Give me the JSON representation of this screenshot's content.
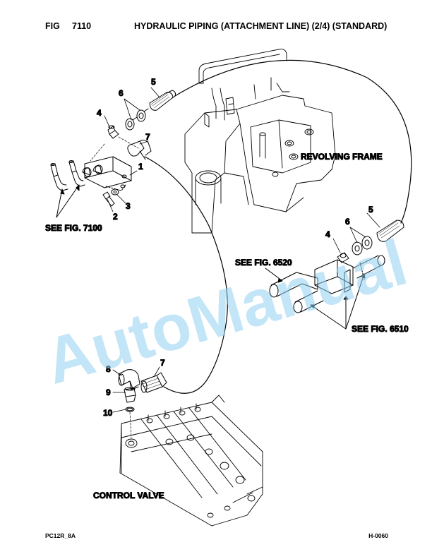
{
  "header": {
    "fig_label": "FIG",
    "fig_number": "7110",
    "title": "HYDRAULIC PIPING (ATTACHMENT LINE) (2/4) (STANDARD)"
  },
  "footer": {
    "left": "PC12R_8A",
    "right": "H-0060"
  },
  "watermark": {
    "text": "AutoManual",
    "color": "#8fd0f0"
  },
  "labels": {
    "revolving_frame": "REVOLVING FRAME",
    "see_fig_7100": "SEE FIG. 7100",
    "see_fig_6520": "SEE FIG. 6520",
    "see_fig_6510": "SEE FIG. 6510",
    "control_valve": "CONTROL VALVE"
  },
  "callouts": {
    "c1": "1",
    "c2": "2",
    "c3": "3",
    "c4a": "4",
    "c5a": "5",
    "c6a": "6",
    "c7a": "7",
    "c4b": "4",
    "c5b": "5",
    "c6b": "6",
    "c7b": "7",
    "c8": "8",
    "c9": "9",
    "c10": "10"
  }
}
